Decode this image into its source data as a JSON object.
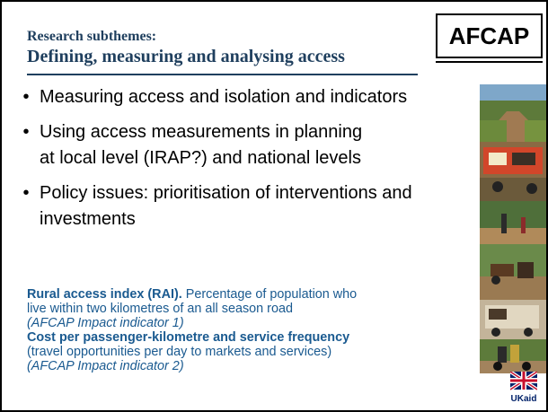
{
  "header": {
    "subtitle": "Research subthemes:",
    "title": "Defining, measuring and analysing access",
    "logo": "AFCAP"
  },
  "bullets": [
    {
      "line1": "Measuring access and isolation and indicators",
      "line2": ""
    },
    {
      "line1": "Using access measurements in planning",
      "line2": "at local level (IRAP?) and national levels"
    },
    {
      "line1": "Policy issues: prioritisation of interventions and",
      "line2": "investments"
    }
  ],
  "indicators": {
    "rai_bold": "Rural access index (RAI).",
    "rai_text1": " Percentage of population who",
    "rai_text2": "live within two kilometres of an all season road",
    "rai_note": "(AFCAP Impact indicator 1)",
    "cost_bold": "Cost per passenger-kilometre and service frequency",
    "cost_text": "(travel opportunities per day to markets and services)",
    "cost_note": "(AFCAP Impact indicator 2)"
  },
  "footer": {
    "ukaid_label": "UKaid"
  },
  "colors": {
    "title": "#1f3f5e",
    "indicator_text": "#1a5a90",
    "ukaid_red": "#c8102e",
    "ukaid_blue": "#012169"
  }
}
